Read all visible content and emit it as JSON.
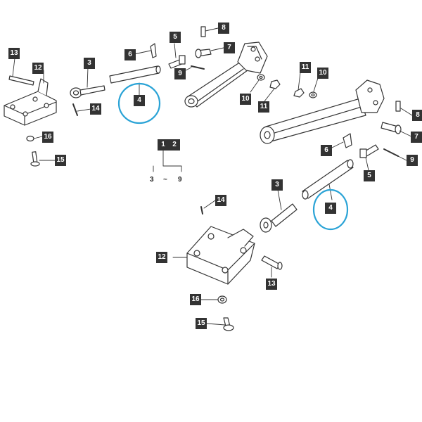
{
  "labels": {
    "l13a": "13",
    "l12a": "12",
    "l3a": "3",
    "l6a": "6",
    "l5a": "5",
    "l8a": "8",
    "l7a": "7",
    "l9a": "9",
    "l4a": "4",
    "l14a": "14",
    "l16a": "16",
    "l15a": "15",
    "l10a": "10",
    "l11a": "11",
    "l11b": "11",
    "l10b": "10",
    "l8b": "8",
    "l7b": "7",
    "l6b": "6",
    "l5b": "5",
    "l9b": "9",
    "l3b": "3",
    "l4b": "4",
    "l14b": "14",
    "l12b": "12",
    "l13b": "13",
    "l16b": "16",
    "l15b": "15",
    "lg1": "1",
    "lg2": "2",
    "lg3": "3",
    "lg9": "9"
  },
  "legend_range_symbol": "~",
  "colors": {
    "highlight": "#2aa3d6",
    "label_bg": "#333333",
    "stroke": "#333333"
  }
}
